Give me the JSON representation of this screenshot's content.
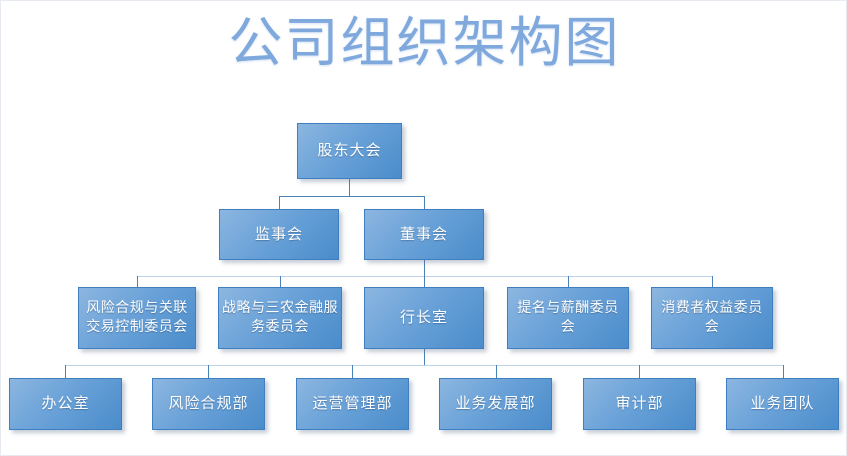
{
  "title": "公司组织架构图",
  "colors": {
    "title_text": "#7FA8DC",
    "node_fill_light": "#8cb6e0",
    "node_fill_dark": "#4a8ccb",
    "node_border": "#3f7fbf",
    "node_text": "#ffffff",
    "connector": "#4a81b8",
    "background": "#ffffff"
  },
  "chart_data": {
    "type": "diagram",
    "diagram_type": "org-chart",
    "title": "公司组织架构图",
    "orientation": "top-down",
    "levels": 4,
    "nodes": [
      {
        "id": "n1",
        "label": "股东大会",
        "level": 1,
        "parent": null
      },
      {
        "id": "n2",
        "label": "监事会",
        "level": 2,
        "parent": "n1"
      },
      {
        "id": "n3",
        "label": "董事会",
        "level": 2,
        "parent": "n1"
      },
      {
        "id": "n4",
        "label": "风险合规与关联交易控制委员会",
        "level": 3,
        "parent": "n3"
      },
      {
        "id": "n5",
        "label": "战略与三农金融服务委员会",
        "level": 3,
        "parent": "n3"
      },
      {
        "id": "n6",
        "label": "行长室",
        "level": 3,
        "parent": "n3"
      },
      {
        "id": "n7",
        "label": "提名与薪酬委员会",
        "level": 3,
        "parent": "n3"
      },
      {
        "id": "n8",
        "label": "消费者权益委员会",
        "level": 3,
        "parent": "n3"
      },
      {
        "id": "n9",
        "label": "办公室",
        "level": 4,
        "parent": "n6"
      },
      {
        "id": "n10",
        "label": "风险合规部",
        "level": 4,
        "parent": "n6"
      },
      {
        "id": "n11",
        "label": "运营管理部",
        "level": 4,
        "parent": "n6"
      },
      {
        "id": "n12",
        "label": "业务发展部",
        "level": 4,
        "parent": "n6"
      },
      {
        "id": "n13",
        "label": "审计部",
        "level": 4,
        "parent": "n6"
      },
      {
        "id": "n14",
        "label": "业务团队",
        "level": 4,
        "parent": "n6"
      }
    ]
  },
  "level1": {
    "shareholders_meeting": "股东大会"
  },
  "level2": {
    "board_of_supervisors": "监事会",
    "board_of_directors": "董事会"
  },
  "level3": {
    "risk_compliance_committee": "风险合规与关联交易控制委员会",
    "strategy_agriculture_committee": "战略与三农金融服务委员会",
    "presidents_office": "行长室",
    "nomination_compensation_committee": "提名与薪酬委员会",
    "consumer_rights_committee": "消费者权益委员会"
  },
  "level4": {
    "office": "办公室",
    "risk_compliance_dept": "风险合规部",
    "operations_management_dept": "运营管理部",
    "business_development_dept": "业务发展部",
    "audit_dept": "审计部",
    "business_team": "业务团队"
  }
}
